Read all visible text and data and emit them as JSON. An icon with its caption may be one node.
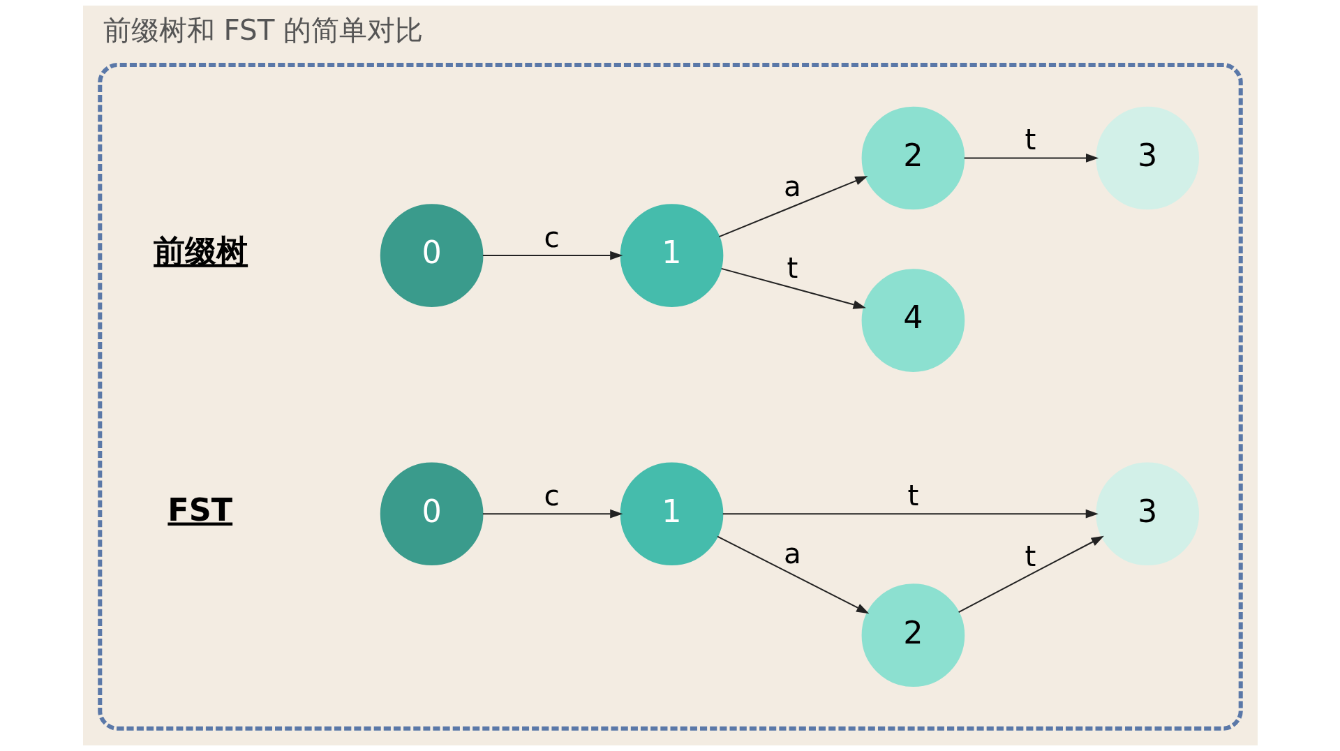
{
  "diagram": {
    "title": "前缀树和 FST 的简单对比",
    "nodes": [
      {
        "text": [],
        "shape": "box"
      },
      {
        "text": [
          "0"
        ],
        "in": 0
      },
      {
        "text": [
          "1"
        ],
        "in": 0
      },
      {
        "text": [
          "4"
        ],
        "in": 0
      },
      {
        "text": [
          "2"
        ],
        "in": 0
      },
      {
        "text": [
          "3"
        ],
        "in": 0
      },
      {
        "text": [
          "0"
        ],
        "in": 0
      },
      {
        "text": [
          "1"
        ],
        "in": 0
      },
      {
        "text": [
          "2"
        ],
        "in": 0
      },
      {
        "text": [
          "3"
        ],
        "in": 0
      }
    ],
    "edges": [
      {
        "from": 1,
        "to": 2,
        "arrow": "to",
        "label": "c"
      },
      {
        "from": 2,
        "to": 3,
        "arrow": "to",
        "label": "t"
      },
      {
        "from": 2,
        "to": 4,
        "arrow": "to",
        "label": "a"
      },
      {
        "from": 4,
        "to": 5,
        "arrow": "to",
        "label": "t"
      },
      {
        "from": 6,
        "to": 7,
        "arrow": "to",
        "label": "c"
      },
      {
        "from": 7,
        "to": 9,
        "arrow": "to",
        "label": "t"
      },
      {
        "from": 7,
        "to": 8,
        "arrow": "to",
        "label": "a"
      },
      {
        "from": 8,
        "to": 9,
        "arrow": "to",
        "label": "t"
      }
    ],
    "labels": [
      "前缀树",
      "FST"
    ]
  }
}
